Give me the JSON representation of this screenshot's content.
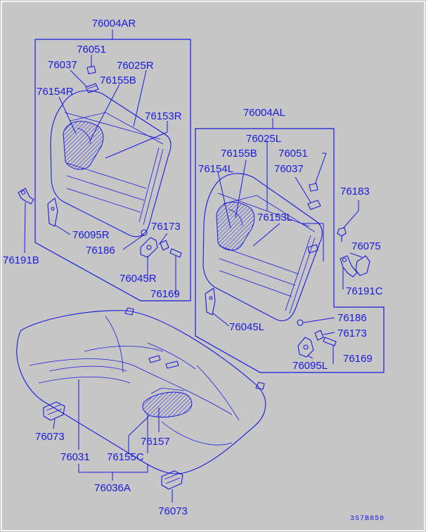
{
  "diagram": {
    "code": "3S7B850",
    "labels": {
      "p76004AR": "76004AR",
      "p76051_r": "76051",
      "p76037_r": "76037",
      "p76025R": "76025R",
      "p76154R": "76154R",
      "p76155B_r": "76155B",
      "p76153R": "76153R",
      "p76095R": "76095R",
      "p76173_r": "76173",
      "p76186_r": "76186",
      "p76045R": "76045R",
      "p76169_r": "76169",
      "p76191B": "76191B",
      "p76004AL": "76004AL",
      "p76025L": "76025L",
      "p76155B_l": "76155B",
      "p76051_l": "76051",
      "p76154L": "76154L",
      "p76037_l": "76037",
      "p76153L": "76153L",
      "p76183": "76183",
      "p76075": "76075",
      "p76191C": "76191C",
      "p76045L": "76045L",
      "p76186_l": "76186",
      "p76173_l": "76173",
      "p76169_l": "76169",
      "p76095L": "76095L",
      "p76073_a": "76073",
      "p76157": "76157",
      "p76031": "76031",
      "p76155C": "76155C",
      "p76036A": "76036A",
      "p76073_b": "76073"
    }
  }
}
